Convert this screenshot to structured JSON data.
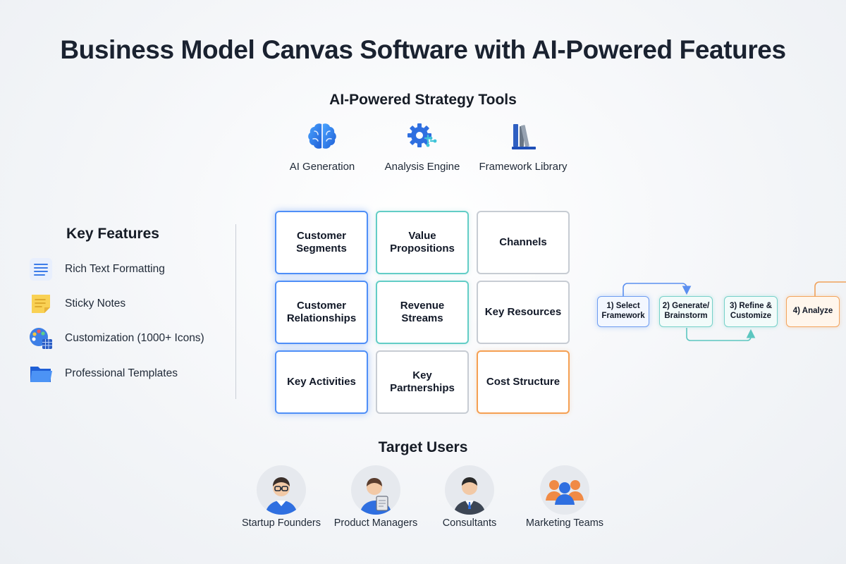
{
  "title": "Business Model Canvas Software with AI-Powered Features",
  "ai_tools": {
    "title": "AI-Powered Strategy Tools",
    "items": [
      {
        "label": "AI Generation",
        "icon": "brain-icon"
      },
      {
        "label": "Analysis Engine",
        "icon": "gear-analysis-icon"
      },
      {
        "label": "Framework Library",
        "icon": "books-icon"
      }
    ]
  },
  "key_features": {
    "title": "Key Features",
    "items": [
      {
        "label": "Rich Text Formatting",
        "icon": "text-lines-icon"
      },
      {
        "label": "Sticky Notes",
        "icon": "sticky-note-icon"
      },
      {
        "label": "Customization (1000+ Icons)",
        "icon": "palette-icon"
      },
      {
        "label": "Professional Templates",
        "icon": "folder-icon"
      }
    ]
  },
  "canvas": {
    "cells": [
      {
        "label": "Customer Segments",
        "accent": "#4f8ff7"
      },
      {
        "label": "Value Propositions",
        "accent": "#63cdc6"
      },
      {
        "label": "Channels",
        "accent": "#c7ccd3"
      },
      {
        "label": "Customer Relationships",
        "accent": "#4f8ff7"
      },
      {
        "label": "Revenue Streams",
        "accent": "#63cdc6"
      },
      {
        "label": "Key Resources",
        "accent": "#c7ccd3"
      },
      {
        "label": "Key Activities",
        "accent": "#4f8ff7"
      },
      {
        "label": "Key Partnerships",
        "accent": "#c7ccd3"
      },
      {
        "label": "Cost Structure",
        "accent": "#f5a053"
      }
    ]
  },
  "workflow": {
    "steps": [
      {
        "label": "1) Select Framework"
      },
      {
        "label": "2) Generate/ Brainstorm"
      },
      {
        "label": "3) Refine & Customize"
      },
      {
        "label": "4) Analyze"
      }
    ]
  },
  "target_users": {
    "title": "Target Users",
    "items": [
      {
        "label": "Startup Founders",
        "icon": "founder-avatar-icon"
      },
      {
        "label": "Product Managers",
        "icon": "manager-avatar-icon"
      },
      {
        "label": "Consultants",
        "icon": "consultant-avatar-icon"
      },
      {
        "label": "Marketing Teams",
        "icon": "team-avatar-icon"
      }
    ]
  },
  "colors": {
    "blue": "#4f8ff7",
    "teal": "#63cdc6",
    "orange": "#f5a053",
    "grey": "#c7ccd3"
  }
}
